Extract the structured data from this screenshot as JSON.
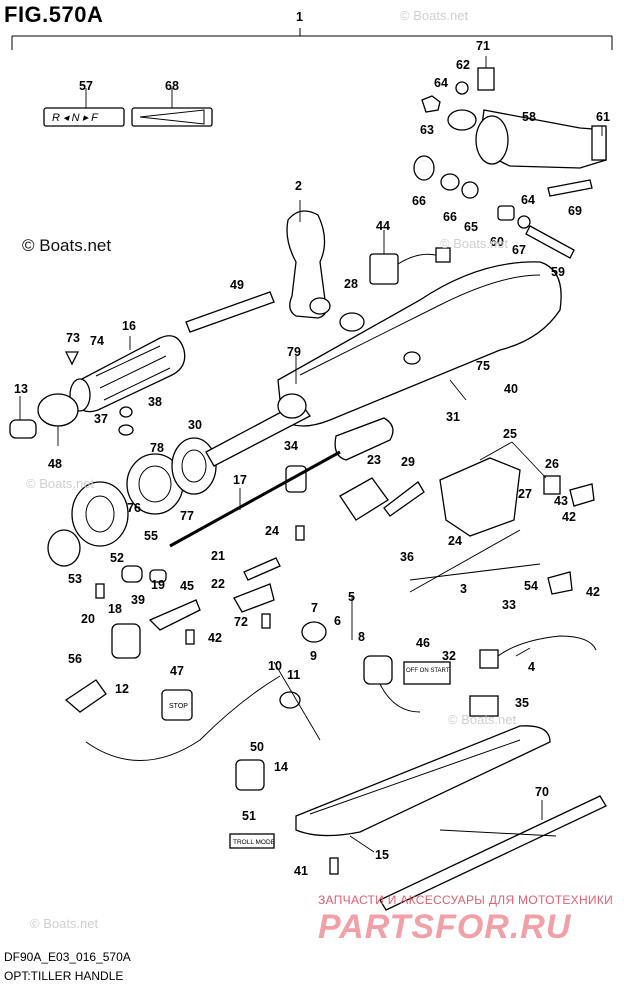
{
  "figure_title": "FIG.570A",
  "watermark": "© Boats.net",
  "watermark_faint": "© Boats.net",
  "footer_code": "DF90A_E03_016_570A",
  "footer_caption": "OPT:TILLER HANDLE",
  "brand_tagline": "ЗАПЧАСТИ И АКСЕССУАРЫ ДЛЯ МОТОТЕХНИКИ",
  "brand_logo": "PARTSFOR.RU",
  "decal_shift_text": "R ◂ N ▸ F",
  "switch_label_text": "OFF  ON START",
  "troll_label_text": "TROLL MODE",
  "stop_label_text": "STOP",
  "part_numbers": [
    "1",
    "2",
    "3",
    "4",
    "5",
    "6",
    "7",
    "8",
    "9",
    "10",
    "11",
    "12",
    "13",
    "14",
    "15",
    "16",
    "17",
    "18",
    "19",
    "20",
    "21",
    "22",
    "23",
    "24",
    "24",
    "25",
    "26",
    "27",
    "28",
    "29",
    "30",
    "31",
    "32",
    "33",
    "34",
    "35",
    "36",
    "37",
    "38",
    "39",
    "40",
    "41",
    "42",
    "42",
    "42",
    "43",
    "44",
    "45",
    "46",
    "47",
    "48",
    "49",
    "50",
    "51",
    "52",
    "53",
    "54",
    "55",
    "56",
    "57",
    "58",
    "59",
    "60",
    "61",
    "62",
    "63",
    "64",
    "64",
    "65",
    "66",
    "66",
    "67",
    "68",
    "69",
    "70",
    "71",
    "72",
    "73",
    "74",
    "75",
    "76",
    "77",
    "78",
    "79"
  ]
}
